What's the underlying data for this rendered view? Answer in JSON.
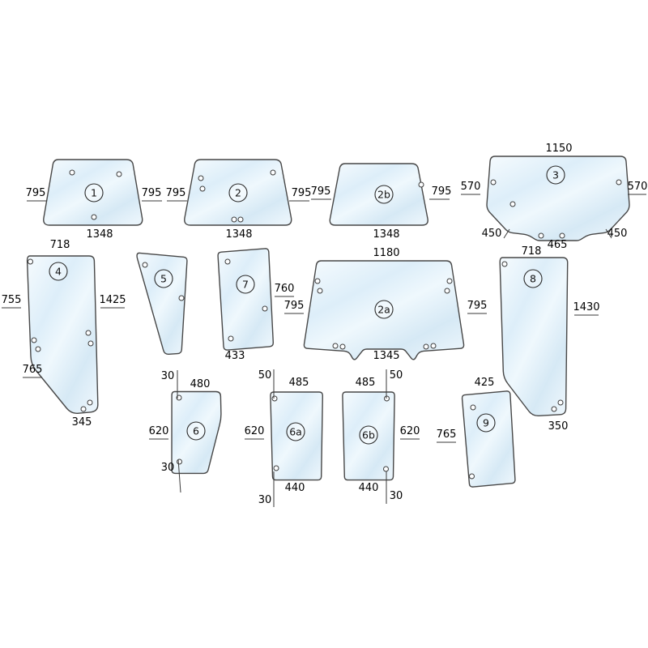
{
  "diagram": {
    "description": "Vehicle cab glazing panels diagram with dimensions (mm)",
    "colors": {
      "glass_light": "#f6fbfe",
      "glass_mid": "#ddeef9",
      "glass_dark": "#d6e9f5",
      "outline": "#474747"
    }
  },
  "panels": {
    "p1": {
      "num": "1",
      "dim_left": "795",
      "dim_right": "795",
      "dim_bottom": "1348"
    },
    "p2": {
      "num": "2",
      "dim_left": "795",
      "dim_right": "795",
      "dim_bottom": "1348"
    },
    "p2b": {
      "num": "2b",
      "dim_left": "795",
      "dim_right": "795",
      "dim_bottom": "1348"
    },
    "p3": {
      "num": "3",
      "dim_top": "1150",
      "dim_left": "570",
      "dim_right": "570",
      "dim_bottom_left": "450",
      "dim_bottom_center": "465",
      "dim_bottom_right": "450"
    },
    "p4": {
      "num": "4",
      "dim_top": "718",
      "dim_left": "755",
      "dim_right": "1425",
      "dim_lower_left": "765",
      "dim_bottom": "345"
    },
    "p5": {
      "num": "5"
    },
    "p7": {
      "num": "7",
      "dim_right": "760",
      "dim_bottom": "433"
    },
    "p2a": {
      "num": "2a",
      "dim_top": "1180",
      "dim_left": "795",
      "dim_right": "795",
      "dim_bottom": "1345"
    },
    "p8": {
      "num": "8",
      "dim_top": "718",
      "dim_right": "1430",
      "dim_bottom": "350"
    },
    "p6": {
      "num": "6",
      "dim_top_offset": "30",
      "dim_top": "480",
      "dim_left": "620",
      "dim_bottom_offset": "30"
    },
    "p6a": {
      "num": "6a",
      "dim_top_offset": "50",
      "dim_top": "485",
      "dim_left": "620",
      "dim_bottom": "440",
      "dim_bottom_offset": "30"
    },
    "p6b": {
      "num": "6b",
      "dim_top": "485",
      "dim_top_offset": "50",
      "dim_right": "620",
      "dim_bottom": "440",
      "dim_bottom_offset": "30"
    },
    "p9": {
      "num": "9",
      "dim_top": "425",
      "dim_left": "765"
    }
  }
}
